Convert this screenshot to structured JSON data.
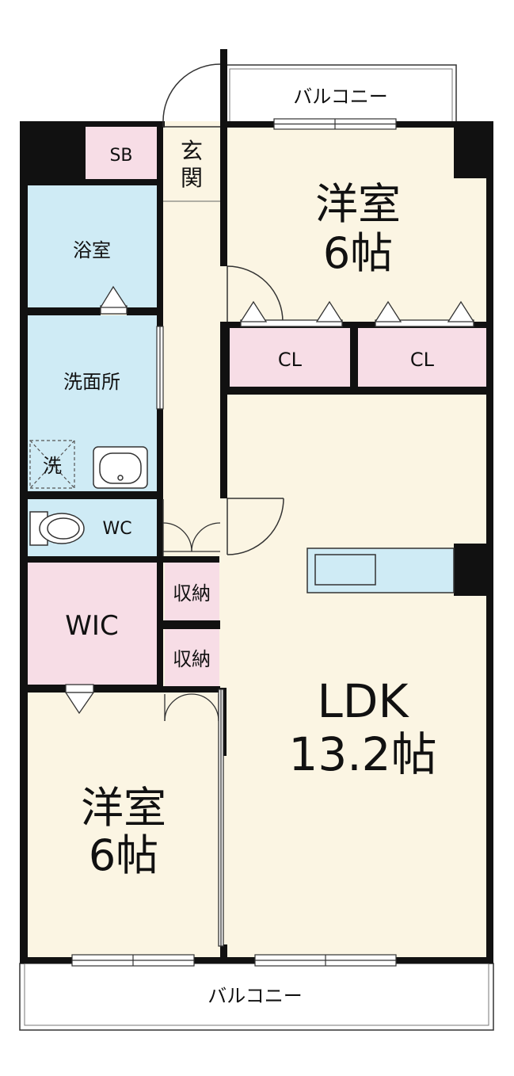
{
  "colors": {
    "wall": "#111111",
    "cream": "#fbf5e3",
    "wet": "#cfebf5",
    "pink": "#f7dde6",
    "outline": "#333333"
  },
  "labels": {
    "balcony_top": "バルコニー",
    "balcony_bottom": "バルコニー",
    "sb": "SB",
    "genkan_1": "玄",
    "genkan_2": "関",
    "bath": "浴室",
    "washroom": "洗面所",
    "washer": "洗",
    "wc": "WC",
    "wic": "WIC",
    "storage_1": "収納",
    "storage_2": "収納",
    "room_top_name": "洋室",
    "room_top_size": "6帖",
    "cl_1": "CL",
    "cl_2": "CL",
    "ldk_name": "LDK",
    "ldk_size": "13.2帖",
    "room_bottom_name": "洋室",
    "room_bottom_size": "6帖"
  }
}
